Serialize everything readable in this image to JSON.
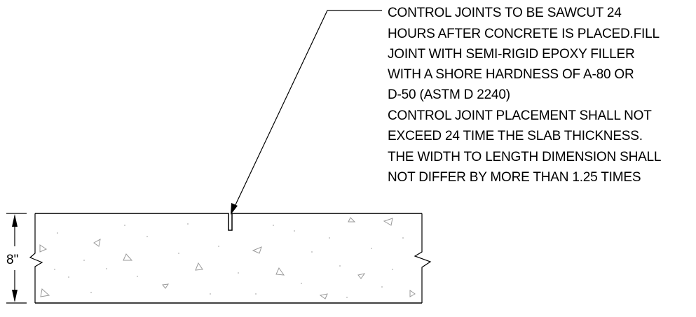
{
  "note": {
    "lines": [
      "CONTROL JOINTS TO BE SAWCUT 24",
      "HOURS AFTER CONCRETE IS PLACED.FILL",
      "JOINT WITH SEMI-RIGID EPOXY FILLER",
      "WITH A SHORE HARDNESS OF A-80 OR",
      "D-50 (ASTM D 2240)",
      "CONTROL JOINT PLACEMENT SHALL NOT",
      "EXCEED 24 TIME THE SLAB THICKNESS.",
      "THE WIDTH TO LENGTH DIMENSION SHALL",
      "NOT DIFFER BY MORE THAN 1.25 TIMES"
    ]
  },
  "dimension": {
    "slab_thickness": "8\""
  },
  "colors": {
    "line": "#000000",
    "aggregate": "#9a9a9a"
  }
}
